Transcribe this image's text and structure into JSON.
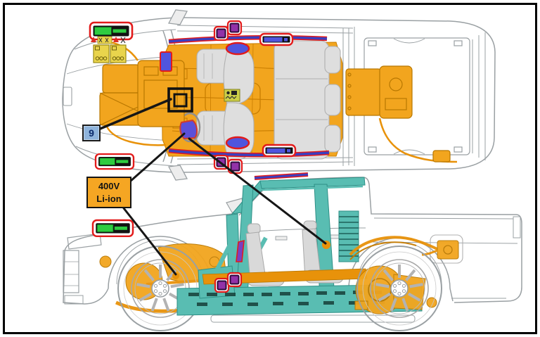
{
  "figure": {
    "callout_9": "9",
    "battery_callout": {
      "line1": "400V",
      "line2": "Li-ion"
    }
  },
  "colors": {
    "hv_orange": "#F2A51E",
    "structure_teal": "#59BDB2",
    "alert_red": "#E21B1B",
    "marker_blue": "#5055DE",
    "connector_purple": "#9232A8",
    "loop_green": "#2ECC40",
    "callout_blue_fill": "#8FB4DC",
    "battery_12v_yellow": "#E9D44C"
  },
  "icons": {
    "loop-tag-icon": "green pull-loop tag inside red rounded frame",
    "hv-connector-icon": "purple square inside red rounded frame",
    "cut-bar-icon": "blue bar inside red rounded frame",
    "inflator-icon": "blue ellipse with red ring",
    "battery-12v-icon": "yellow 12V battery with three cell circles",
    "warning-triangle-icon": "small red triangle",
    "callout-target-icon": "nested black rectangles"
  }
}
